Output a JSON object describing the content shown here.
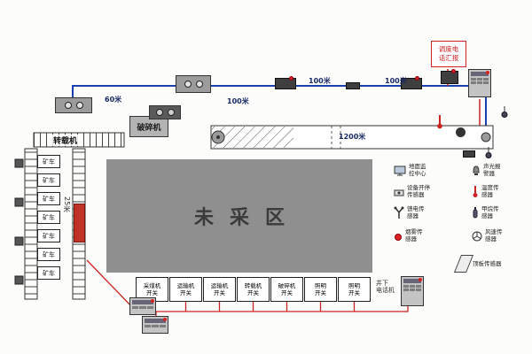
{
  "top": {
    "dist_60": "60米",
    "dist_100a": "100米",
    "dist_100b": "100米",
    "dist_100c": "100米",
    "phone_note": "调度电\n话汇报"
  },
  "left": {
    "transfer_conveyor": "转载机",
    "crusher": "破碎机",
    "incline_length": "25米",
    "cars": [
      {
        "label": "矿车"
      },
      {
        "label": "矿车"
      },
      {
        "label": "矿车"
      },
      {
        "label": "矿车"
      },
      {
        "label": "矿车"
      },
      {
        "label": "矿车"
      },
      {
        "label": "矿车"
      }
    ]
  },
  "belt": {
    "length": "1200米"
  },
  "area": {
    "label": "未采区"
  },
  "bottom": {
    "switches": [
      {
        "label": "采煤机\n开关"
      },
      {
        "label": "运输机\n开关"
      },
      {
        "label": "运输机\n开关"
      },
      {
        "label": "转载机\n开关"
      },
      {
        "label": "破碎机\n开关"
      },
      {
        "label": "照明\n开关"
      },
      {
        "label": "照明\n开关"
      }
    ],
    "phone": "井下\n电话机"
  },
  "legend": {
    "items": [
      {
        "label": "地面监\n控中心"
      },
      {
        "label": "声光报\n警器"
      },
      {
        "label": "设备开停\n传感器"
      },
      {
        "label": "温度传\n感器"
      },
      {
        "label": "馈电传\n感器"
      },
      {
        "label": "甲烷传\n感器"
      },
      {
        "label": "烟雾传\n感器"
      },
      {
        "label": "风速传\n感器"
      },
      {
        "label": "顶板传感器"
      }
    ]
  },
  "colors": {
    "accent_red": "#cc2222",
    "line_blue": "#1a3fae",
    "area_gray": "#8f8f8f"
  }
}
